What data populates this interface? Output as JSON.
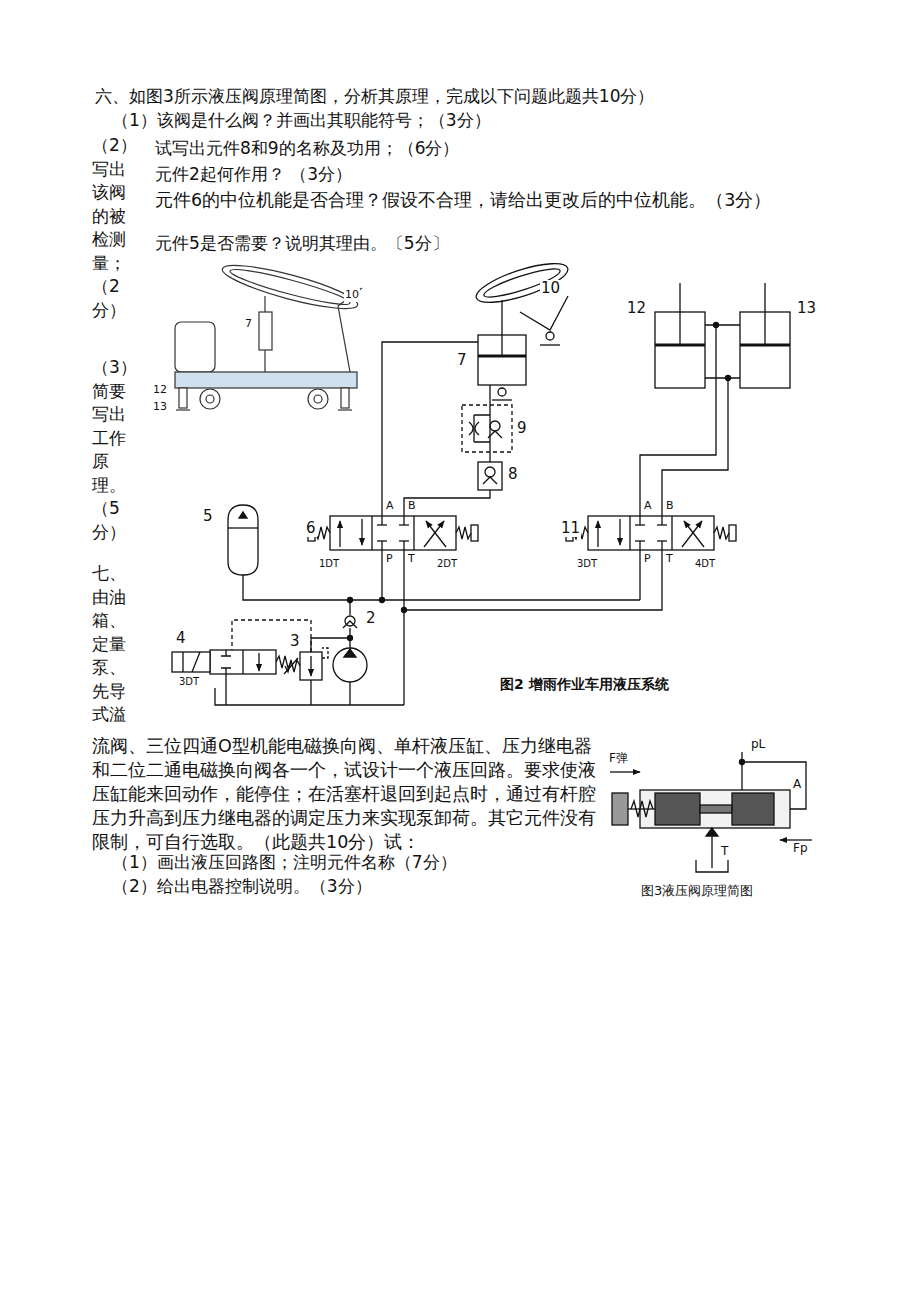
{
  "diagram": {
    "labels": [
      "六、如图3所示液压阀原理简图，分析其原理，完成以下问题此题共10分）",
      "（1）该阀是什么阀？并画出其职能符号；（3分）",
      "（2）写出该阀的被检测量；（2分）",
      "（3）简要写出工作原理。（5分）",
      "七、由油箱、定量泵、先导式溢",
      "流阀、三位四通O型机能电磁换向阀、单杆液压缸、压力继电器和二位二通电磁换向阀各一个，试设计一个液压回路。要求使液压缸能来回动作，能停住；在活塞杆退回到起点时，通过有杆腔压力升高到压力继电器的调定压力来实现泵卸荷。其它元件没有限制，可自行选取。（此题共10分）试：",
      "试写出元件8和9的名称及功用；（6分）",
      "元件2起何作用？ （3分）",
      "元件6的中位机能是否合理？假设不合理，请给出更改后的中位机能。（3分）",
      "元件5是否需要？说明其理由。〔5分〕",
      "（1）画出液压回路图；注明元件名称（7分）",
      "（2）给出电器控制说明。（3分）",
      "10",
      "7",
      "12",
      "13",
      "10",
      "7",
      "9",
      "8",
      "5",
      "6",
      "A",
      "B",
      "P",
      "T",
      "1DT",
      "2DT",
      "12",
      "13",
      "11",
      "A",
      "B",
      "P",
      "T",
      "3DT",
      "4DT",
      "4",
      "3DT",
      "3",
      "2",
      "图2 增雨作业车用液压系统",
      "F弹",
      "pL",
      "A",
      "Fp",
      "T",
      "图3液压阀原理简图"
    ]
  }
}
